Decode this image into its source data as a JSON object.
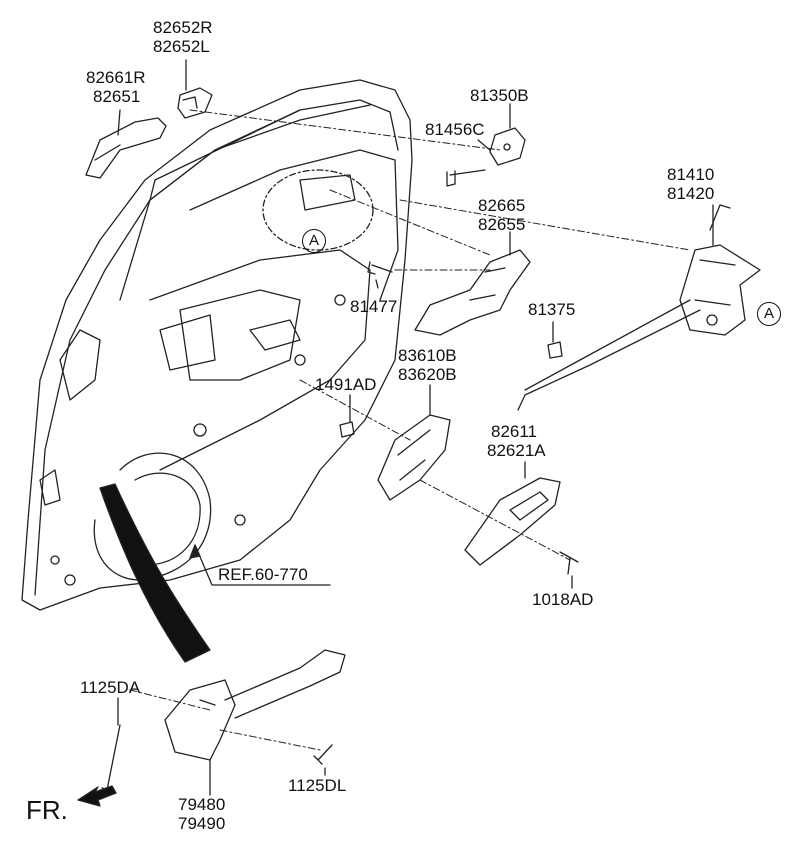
{
  "parts": [
    {
      "id": "door_inside_handle_cap",
      "codes": [
        "82652R",
        "82652L"
      ]
    },
    {
      "id": "outside_handle",
      "codes": [
        "82661R",
        "82651"
      ]
    },
    {
      "id": "striker",
      "codes": [
        "81350B"
      ]
    },
    {
      "id": "striker_bolt",
      "codes": [
        "81456C"
      ]
    },
    {
      "id": "lock_actuator",
      "codes": [
        "81410",
        "81420"
      ]
    },
    {
      "id": "handle_frame",
      "codes": [
        "82665",
        "82655"
      ]
    },
    {
      "id": "screw_81477",
      "codes": [
        "81477"
      ]
    },
    {
      "id": "clip_81375",
      "codes": [
        "81375"
      ]
    },
    {
      "id": "inside_handle_assy",
      "codes": [
        "83610B",
        "83620B"
      ]
    },
    {
      "id": "nut_1491AD",
      "codes": [
        "1491AD"
      ]
    },
    {
      "id": "inside_handle_cover",
      "codes": [
        "82611",
        "82621A"
      ]
    },
    {
      "id": "screw_1018AD",
      "codes": [
        "1018AD"
      ]
    },
    {
      "id": "bolt_1125DA",
      "codes": [
        "1125DA"
      ]
    },
    {
      "id": "bolt_1125DL",
      "codes": [
        "1125DL"
      ]
    },
    {
      "id": "door_checker",
      "codes": [
        "79480",
        "79490"
      ]
    }
  ],
  "reference": "REF.60-770",
  "detail_marker": "A",
  "direction_label": "FR."
}
